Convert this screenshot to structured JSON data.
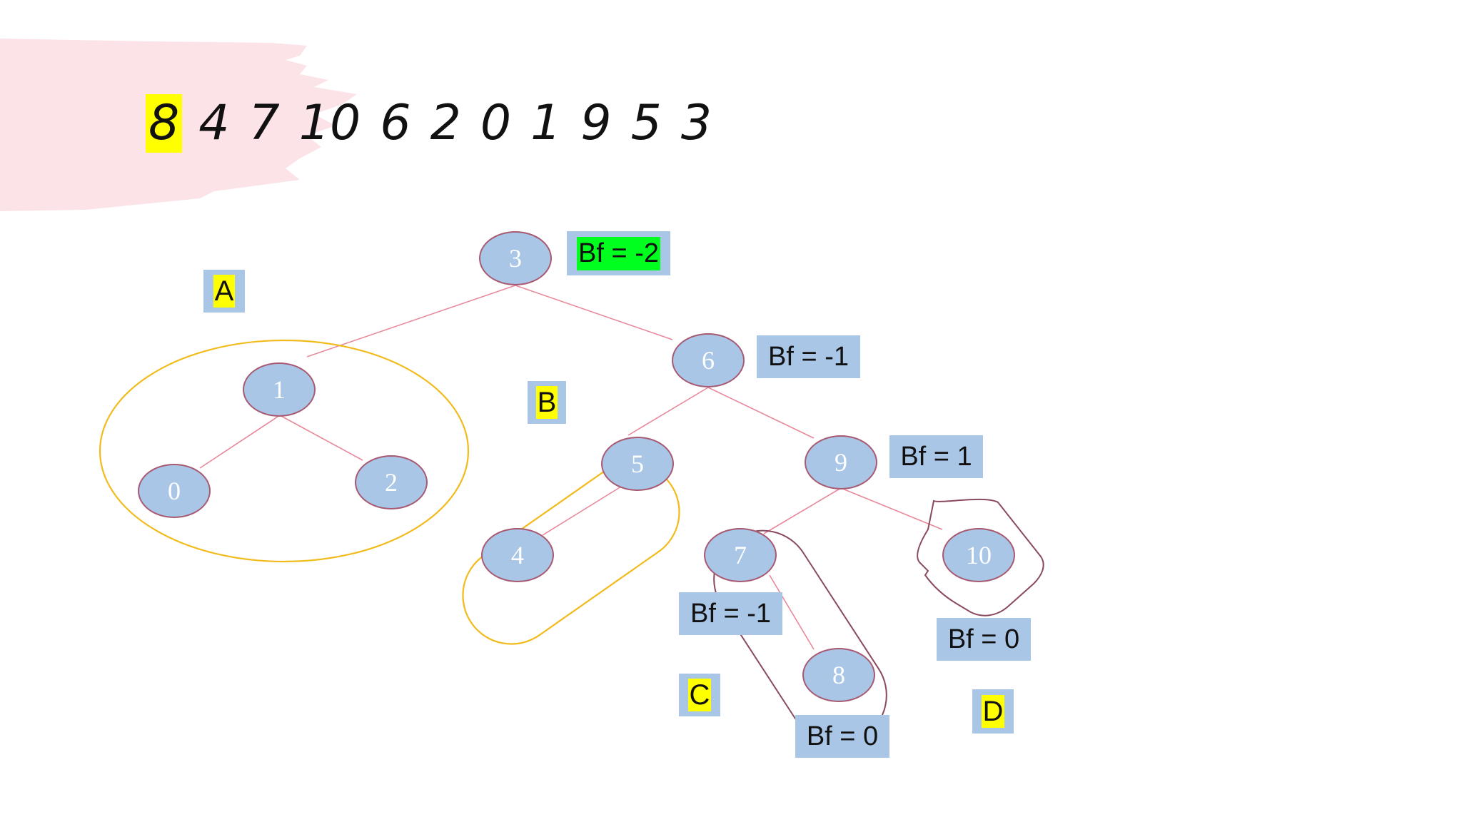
{
  "sequence": [
    "8",
    "4",
    "7",
    "10",
    "6",
    "2",
    "0",
    "1",
    "9",
    "5",
    "3"
  ],
  "colors": {
    "node_fill": "#a9c6e7",
    "node_border": "#a85a72",
    "edge": "#e8889b",
    "highlight_yellow": "#ffff00",
    "highlight_green": "#00ff1e",
    "group_orange": "#f2bb1c",
    "group_maroon": "#8a4a5e",
    "brush_pink": "#fbe3e8"
  },
  "nodes": {
    "n3": "3",
    "n1": "1",
    "n0": "0",
    "n2": "2",
    "n6": "6",
    "n5": "5",
    "n4": "4",
    "n9": "9",
    "n7": "7",
    "n8": "8",
    "n10": "10"
  },
  "balance": {
    "n3": "Bf = -2",
    "n6": "Bf = -1",
    "n9": "Bf = 1",
    "n7": "Bf = -1",
    "n10": "Bf = 0",
    "n8": "Bf = 0"
  },
  "groups": {
    "a": "A",
    "b": "B",
    "c": "C",
    "d": "D"
  }
}
